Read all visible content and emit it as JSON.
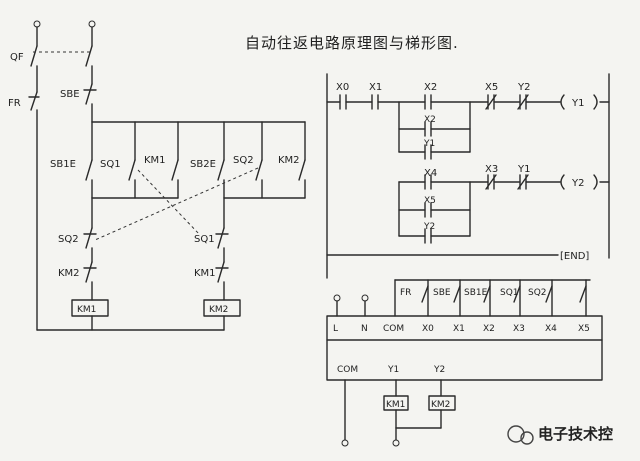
{
  "title": "自动往返电路原理图与梯形图.",
  "watermark": "电子技术控",
  "relay": {
    "qf": "QF",
    "fr": "FR",
    "sbe": "SBE",
    "sb1e": "SB1E",
    "sq1": "SQ1",
    "km1a": "KM1",
    "sb2e": "SB2E",
    "sq2": "SQ2",
    "km2a": "KM2",
    "sq2b": "SQ2",
    "km2b": "KM2",
    "coil1": "KM1",
    "sq1b": "SQ1",
    "km1b": "KM1",
    "coil2": "KM2"
  },
  "ladder": {
    "x0": "X0",
    "x1": "X1",
    "x2": "X2",
    "x5": "X5",
    "y2n": "Y2",
    "y1coil": "Y1",
    "x2b": "X2",
    "y1": "Y1",
    "x4": "X4",
    "x3": "X3",
    "y1n": "Y1",
    "y2coil": "Y2",
    "x5b": "X5",
    "y2": "Y2",
    "end": "END"
  },
  "plc": {
    "terminals": [
      "L",
      "N",
      "COM",
      "X0",
      "X1",
      "X2",
      "X3",
      "X4",
      "X5"
    ],
    "inputs": [
      "FR",
      "SBE",
      "SB1E",
      "SQ1",
      "SQ2"
    ],
    "outputs": [
      "COM",
      "Y1",
      "Y2"
    ],
    "coils": [
      "KM1",
      "KM2"
    ]
  }
}
